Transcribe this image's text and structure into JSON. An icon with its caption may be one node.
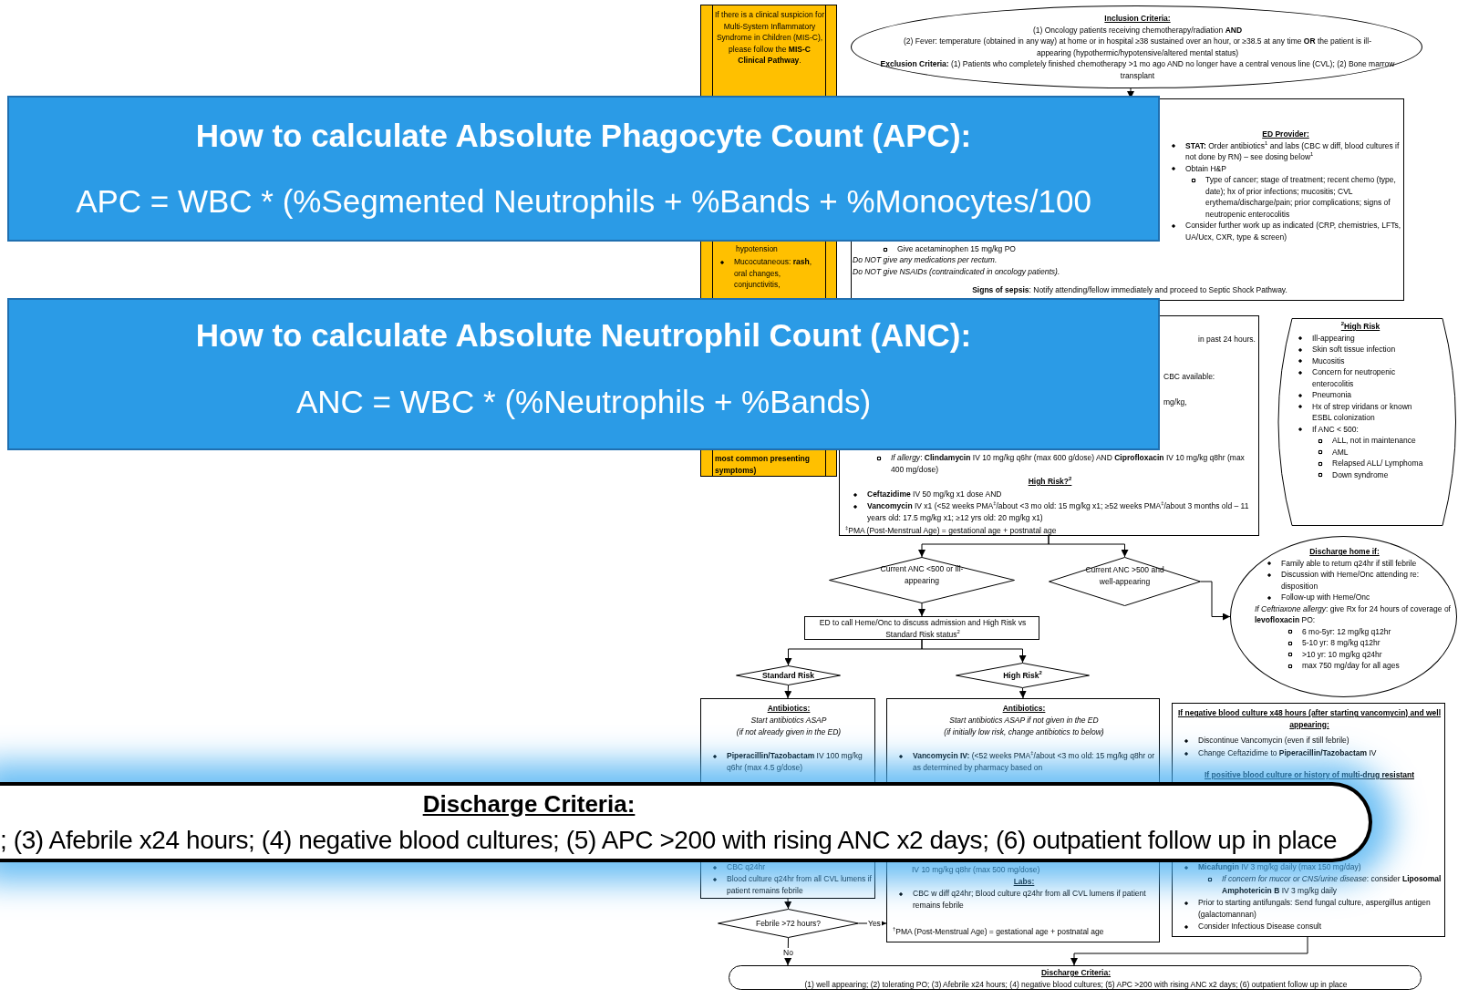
{
  "diagram": {
    "nodes": [
      {
        "text": [
          "If there is a clinical suspicion for Multi-System Inflammatory Syndrome in Children (MIS-C), please follow the **MIS-C Clinical Pathway**.",
          "hypotension",
          "Mucocutaneous: **rash**, oral changes, conjunctivitis,",
          "most common presenting symptoms)"
        ]
      },
      {
        "text": [
          "Inclusion Criteria:",
          "(1) Oncology patients receiving chemotherapy/radiation **AND**",
          "(2) Fever: temperature (obtained in any way) at home or in hospital ≥38 sustained over an hour, or ≥38.5 at any time **OR** the patient is ill-appearing (hypothermic/hypotensive/altered mental status)",
          "**Exclusion Criteria:** (1) Patients who completely finished chemotherapy >1 mo ago AND no longer have a central venous line (CVL); (2) Bone marrow transplant"
        ]
      },
      {
        "text": [
          "How to calculate Absolute Phagocyte Count (APC):",
          "APC = WBC * (%Segmented Neutrophils + %Bands + %Monocytes/100"
        ]
      },
      {
        "text": [
          "ED Provider:",
          "**STAT:** Order antibiotics$^{1}$ and labs (CBC w diff, blood cultures if not done by RN) – see dosing below$^{1}$",
          "Obtain H&P",
          "Type of cancer; stage of treatment; recent chemo (type, date); hx of prior infections; mucositis; CVL erythema/discharge/pain; prior complications; signs of neutropenic enterocolitis",
          "Consider further work up as indicated (CRP, chemistries, LFTs, UA/Ucx, CXR, type & screen)",
          "Give acetaminophen 15 mg/kg PO",
          "Do NOT give any medications per rectum.",
          "Do NOT give NSAIDs (contraindicated in oncology patients).",
          "**Signs of sepsis**: Notify attending/fellow immediately and proceed to Septic Shock Pathway."
        ]
      },
      {
        "text": [
          "How to calculate Absolute Neutrophil Count (ANC):",
          "ANC = WBC * (%Neutrophils + %Bands)"
        ]
      },
      {
        "text": [
          "in past 24 hours.",
          "CBC available:",
          "mg/kg,",
          "*If allergy*: **Clindamycin** IV 10 mg/kg q6hr (max 600 g/dose) AND **Ciprofloxacin** IV 10 mg/kg q8hr (max 400 mg/dose)",
          "High Risk?$^{2}$",
          "**Ceftazidime** IV 50 mg/kg x1 dose AND",
          "**Vancomycin** IV x1 (<52 weeks PMA$^{‡}$/about <3 mo old: 15 mg/kg x1; ≥52 weeks PMA$^{‡}$/about 3 months old – 11 years old: 17.5 mg/kg x1; ≥12 yrs old: 20 mg/kg x1)",
          "$^{‡}$PMA (Post-Menstrual Age) = gestational age + postnatal age"
        ]
      },
      {
        "text": [
          "$^{2}$High Risk",
          "Ill-appearing",
          "Skin soft tissue infection",
          "Mucositis",
          "Concern for neutropenic enterocolitis",
          "Pneumonia",
          "Hx of strep viridans or known ESBL colonization",
          "If ANC < 500:",
          "ALL, not in maintenance",
          "AML",
          "Relapsed ALL/ Lymphoma",
          "Down syndrome"
        ]
      },
      {
        "text": [
          "Current ANC <500 or Ill-appearing"
        ]
      },
      {
        "text": [
          "Current ANC >500 and well-appearing"
        ]
      },
      {
        "text": [
          "Discharge home if:",
          "Family able to return q24hr if still febrile",
          "Discussion with Heme/Onc attending re: disposition",
          "Follow-up with Heme/Onc",
          "*If Ceftriaxone allergy*: give Rx for 24 hours of coverage of **levofloxacin** PO:",
          "6 mo-5yr: 12 mg/kg q12hr",
          "5-10 yr: 8 mg/kg q12hr",
          ">10 yr: 10 mg/kg q24hr",
          "max 750 mg/day for all ages"
        ]
      },
      {
        "text": [
          "ED to call Heme/Onc to discuss admission and High Risk vs Standard Risk status$^{2}$"
        ]
      },
      {
        "text": [
          "Standard Risk"
        ]
      },
      {
        "text": [
          "High Risk$^{2}$"
        ]
      },
      {
        "text": [
          "Antibiotics:",
          "Start antibiotics ASAP",
          "(if not already given in the ED)",
          "**Piperacillin/Tazobactam** IV 100 mg/kg q6hr (max 4.5 g/dose)",
          "CBC q24hr",
          "Blood culture q24hr from all CVL lumens if patient remains febrile"
        ]
      },
      {
        "text": [
          "Antibiotics:",
          "Start antibiotics ASAP if not given in the ED",
          "(if initially low risk, change antibiotics to below)",
          "**Vancomycin IV:** (<52 weeks PMA$^{‡}$/about <3 mo old: 15 mg/kg q8hr or as determined by pharmacy based on",
          "IV 10 mg/kg q8hr (max 500 mg/dose)",
          "Labs:",
          "CBC w diff q24hr; Blood culture q24hr from all CVL lumens if patient remains febrile",
          "$^{†}$PMA (Post-Menstrual Age) = gestational age + postnatal age"
        ]
      },
      {
        "text": [
          "If negative blood culture x48 hours (after starting vancomycin) and well appearing:",
          "Discontinue Vancomycin (even if still febrile)",
          "Change Ceftazidime to **Piperacillin/Tazobactam** IV",
          "If positive blood culture or history of multi-drug resistant",
          "**Micafungin** IV 3 mg/kg daily (max 150 mg/day)",
          "*If concern for mucor or CNS/urine disease*: consider **Liposomal Amphotericin B** IV 3 mg/kg daily",
          "Prior to starting antifungals: Send fungal culture, aspergillus antigen (galactomannan)",
          "Consider Infectious Disease consult"
        ]
      },
      {
        "text": [
          "Discharge Criteria:",
          "; (3) Afebrile x24 hours; (4) negative blood cultures; (5) APC >200 with rising ANC x2 days; (6) outpatient follow up in place"
        ]
      },
      {
        "text": [
          "Febrile >72 hours?"
        ]
      },
      {
        "text": [
          "Discharge Criteria:",
          "(1) well appearing; (2) tolerating PO; (3) Afebrile x24 hours; (4) negative blood cultures; (5) APC >200 with rising ANC x2 days; (6) outpatient follow up in place"
        ]
      }
    ],
    "edges": [
      {
        "from": 1,
        "to": 3,
        "arrow": "to"
      },
      {
        "from": 5,
        "to": 7,
        "arrow": "to"
      },
      {
        "from": 5,
        "to": 8,
        "arrow": "to"
      },
      {
        "from": 8,
        "to": 9,
        "arrow": "to"
      },
      {
        "from": 7,
        "to": 10,
        "arrow": "to"
      },
      {
        "from": 10,
        "to": 11,
        "arrow": "to"
      },
      {
        "from": 10,
        "to": 12,
        "arrow": "to"
      },
      {
        "from": 11,
        "to": 13,
        "arrow": "to"
      },
      {
        "from": 12,
        "to": 14,
        "arrow": "to"
      },
      {
        "from": 13,
        "to": 17,
        "arrow": "to"
      },
      {
        "from": 17,
        "to": 14,
        "arrow": "to",
        "label": "Yes"
      },
      {
        "from": 17,
        "to": 18,
        "arrow": "to",
        "label": "No"
      },
      {
        "from": 15,
        "to": 18,
        "arrow": "to"
      }
    ]
  }
}
